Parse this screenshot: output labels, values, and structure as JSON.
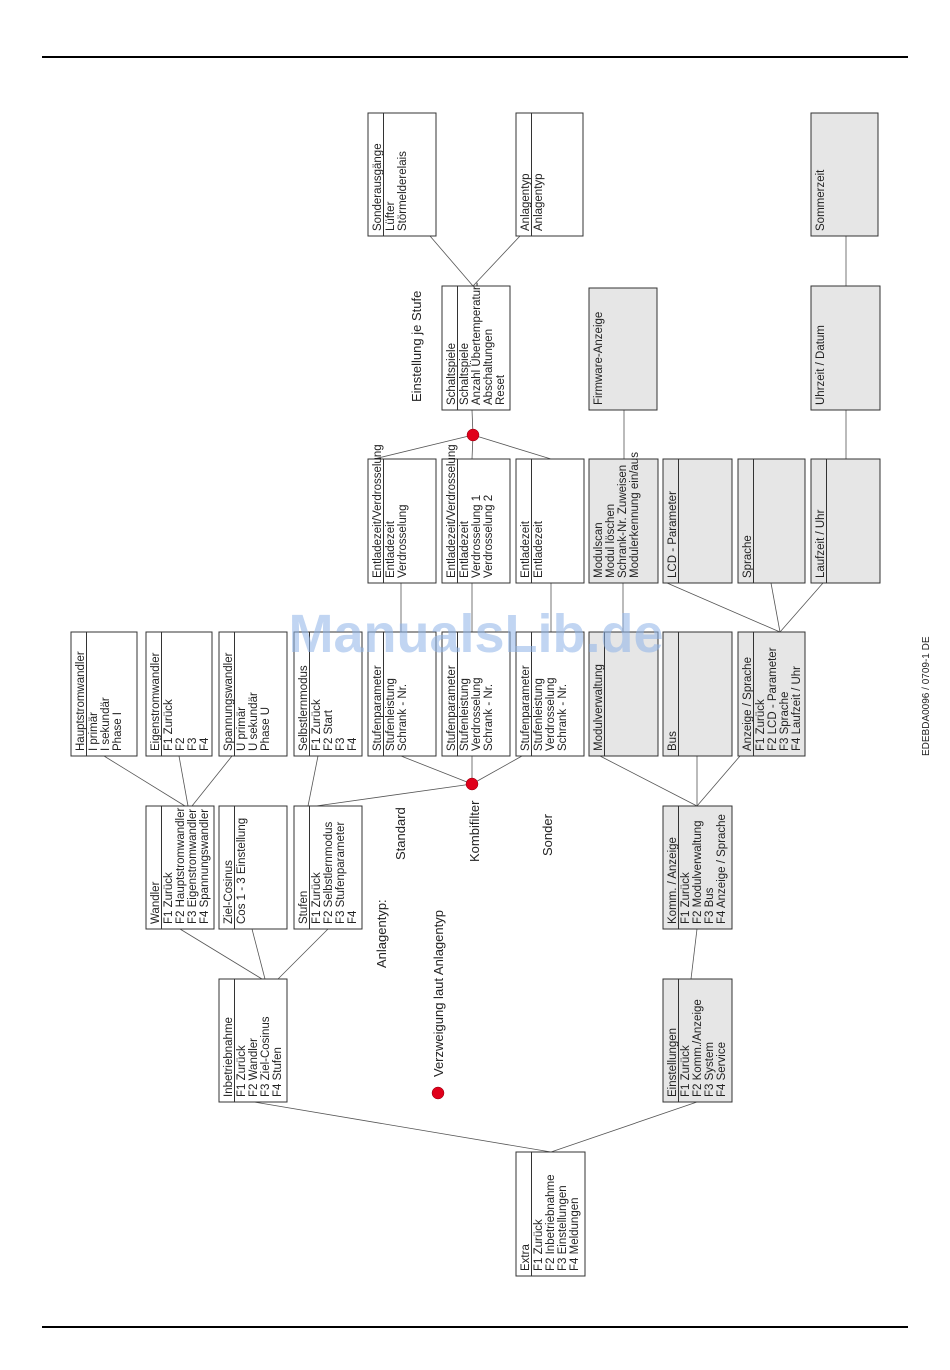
{
  "doc_code": "EDEBDA0096 / 0709-1 DE",
  "watermark": "ManualsLib.de",
  "legend": {
    "anlagentyp_label": "Anlagentyp:",
    "standard": "Standard",
    "kombifilter": "Kombifilter",
    "sonder": "Sonder",
    "verzweigung": "Verzweigung laut Anlagentyp",
    "einstellung_je_stufe": "Einstellung je Stufe"
  },
  "boxes": [
    {
      "id": "extra",
      "shaded": false,
      "title": "Extra",
      "lines": [
        "F1  Zurück",
        "F2  Inbetriebnahme",
        "F3  Einstellungen",
        "F4  Meldungen"
      ]
    },
    {
      "id": "inbetriebnahme",
      "shaded": false,
      "title": "Inbetriebnahme",
      "lines": [
        "F1  Zurück",
        "F2  Wandler",
        "F3  Ziel-Cosinus",
        "F4  Stufen"
      ]
    },
    {
      "id": "einstellungen",
      "shaded": true,
      "title": "Einstellungen",
      "lines": [
        "F1  Zurück",
        "F2  Komm./Anzeige",
        "F3  System",
        "F4  Service"
      ]
    },
    {
      "id": "wandler",
      "shaded": false,
      "title": "Wandler",
      "lines": [
        "F1  Zurück",
        "F2  Hauptstromwandler",
        "F3  Eigenstromwandler",
        "F4  Spannungswandler"
      ]
    },
    {
      "id": "zielcos",
      "shaded": false,
      "title": "Ziel-Cosinus",
      "lines": [
        "Cos 1 - 3 Einstellung"
      ]
    },
    {
      "id": "stufen",
      "shaded": false,
      "title": "Stufen",
      "lines": [
        "F1  Zurück",
        "F2  Selbstlernmodus",
        "F3  Stufenparameter",
        "F4"
      ]
    },
    {
      "id": "komm",
      "shaded": true,
      "title": "Komm. / Anzeige",
      "lines": [
        "F1  Zurück",
        "F2  Modulverwaltung",
        "F3  Bus",
        "F4  Anzeige / Sprache"
      ]
    },
    {
      "id": "hauptstrom",
      "shaded": false,
      "title": "Hauptstromwandler",
      "lines": [
        "I primär",
        "I sekundär",
        "Phase I"
      ]
    },
    {
      "id": "eigenstrom",
      "shaded": false,
      "title": "Eigenstromwandler",
      "lines": [
        "F1  Zurück",
        "F2",
        "F3",
        "F4"
      ]
    },
    {
      "id": "spannung",
      "shaded": false,
      "title": "Spannungswandler",
      "lines": [
        "U primär",
        "U sekundär",
        "Phase U"
      ]
    },
    {
      "id": "selbstlern",
      "shaded": false,
      "title": "Selbstlernmodus",
      "lines": [
        "F1  Zurück",
        "F2  Start",
        "F3",
        "F4"
      ]
    },
    {
      "id": "stp1",
      "shaded": false,
      "title": "Stufenparameter",
      "lines": [
        "Stufenleistung",
        "Schrank - Nr."
      ]
    },
    {
      "id": "stp2",
      "shaded": false,
      "title": "Stufenparameter",
      "lines": [
        "Stufenleistung",
        "Verdrosselung",
        "Schrank - Nr."
      ]
    },
    {
      "id": "stp3",
      "shaded": false,
      "title": "Stufenparameter",
      "lines": [
        "Stufenleistung",
        "Verdrosselung",
        "Schrank - Nr."
      ]
    },
    {
      "id": "modulverwaltung",
      "shaded": true,
      "title": "Modulverwaltung",
      "lines": []
    },
    {
      "id": "bus",
      "shaded": true,
      "title": "Bus",
      "lines": []
    },
    {
      "id": "anzeige",
      "shaded": true,
      "title": "Anzeige / Sprache",
      "lines": [
        "F1  Zurück",
        "F2  LCD - Parameter",
        "F3  Sprache",
        "F4  Laufzeit / Uhr"
      ]
    },
    {
      "id": "ent1",
      "shaded": false,
      "title": "Entladezeit/Verdrosselung",
      "lines": [
        "Entladezeit",
        "Verdrosselung"
      ]
    },
    {
      "id": "ent2",
      "shaded": false,
      "title": "Entladezeit/Verdrosselung",
      "lines": [
        "Entladezeit",
        "Verdrosselung 1",
        "Verdrosselung 2"
      ]
    },
    {
      "id": "ent3",
      "shaded": false,
      "title": "Entladezeit",
      "lines": [
        "Entladezeit"
      ]
    },
    {
      "id": "modulscan",
      "shaded": true,
      "title": "",
      "lines": [
        "Modulscan",
        "Modul löschen",
        "Schrank-Nr. Zuweisen",
        "Modulerkennung ein/aus"
      ]
    },
    {
      "id": "lcd",
      "shaded": true,
      "title": "LCD - Parameter",
      "lines": []
    },
    {
      "id": "sprache",
      "shaded": true,
      "title": "Sprache",
      "lines": []
    },
    {
      "id": "laufzeit",
      "shaded": true,
      "title": "Laufzeit / Uhr",
      "lines": []
    },
    {
      "id": "schaltspiele",
      "shaded": false,
      "title": "Schaltspiele",
      "lines": [
        "Schaltspiele",
        "Anzahl Übertemperatur-",
        "Abschaltungen",
        "Reset"
      ]
    },
    {
      "id": "firmware",
      "shaded": true,
      "title": "",
      "lines": [
        "Firmware-Anzeige"
      ]
    },
    {
      "id": "uhrzeit",
      "shaded": true,
      "title": "",
      "lines": [
        "Uhrzeit / Datum"
      ]
    },
    {
      "id": "sonderausg",
      "shaded": false,
      "title": "Sonderausgänge",
      "lines": [
        "Lüfter",
        "Störmelderelais"
      ]
    },
    {
      "id": "anlagentyp",
      "shaded": false,
      "title": "Anlagentyp",
      "lines": [
        "Anlagentyp"
      ]
    },
    {
      "id": "sommerzeit",
      "shaded": true,
      "title": "",
      "lines": [
        "Sommerzeit"
      ]
    }
  ]
}
